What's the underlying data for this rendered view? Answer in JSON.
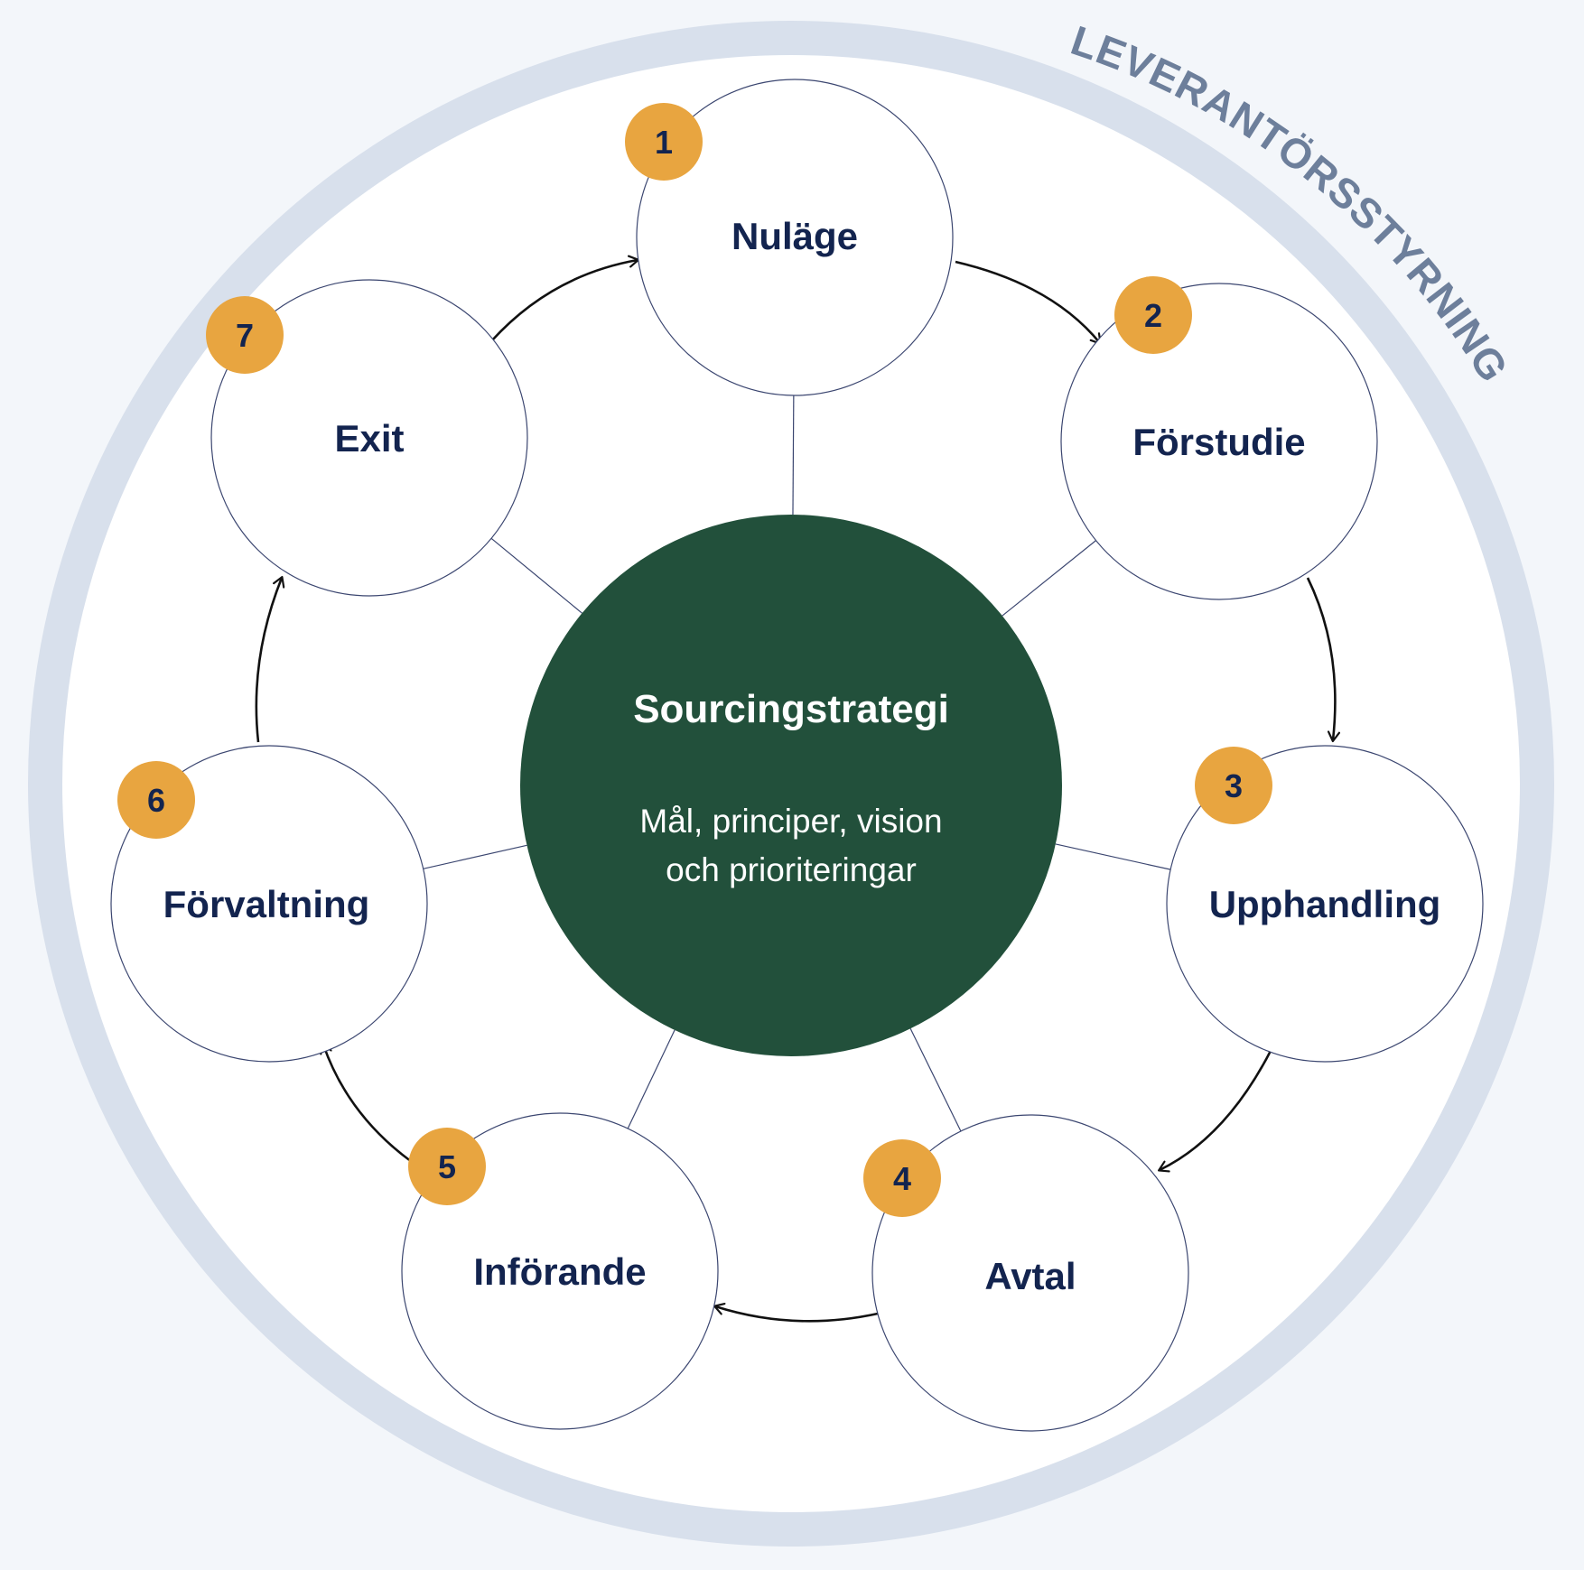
{
  "ring_title": "LEVERANTÖRSSTYRNING",
  "center": {
    "title": "Sourcingstrategi",
    "subtitle_line1": "Mål, principer, vision",
    "subtitle_line2": "och prioriteringar"
  },
  "steps": [
    {
      "number": "1",
      "label": "Nuläge"
    },
    {
      "number": "2",
      "label": "Förstudie"
    },
    {
      "number": "3",
      "label": "Upphandling"
    },
    {
      "number": "4",
      "label": "Avtal"
    },
    {
      "number": "5",
      "label": "Införande"
    },
    {
      "number": "6",
      "label": "Förvaltning"
    },
    {
      "number": "7",
      "label": "Exit"
    }
  ],
  "colors": {
    "background": "#f3f6fa",
    "outer_ring": "#d8e0ec",
    "center_fill": "#22503b",
    "badge": "#e8a540",
    "label_text": "#13244f",
    "ring_text": "#6d7f9b"
  }
}
